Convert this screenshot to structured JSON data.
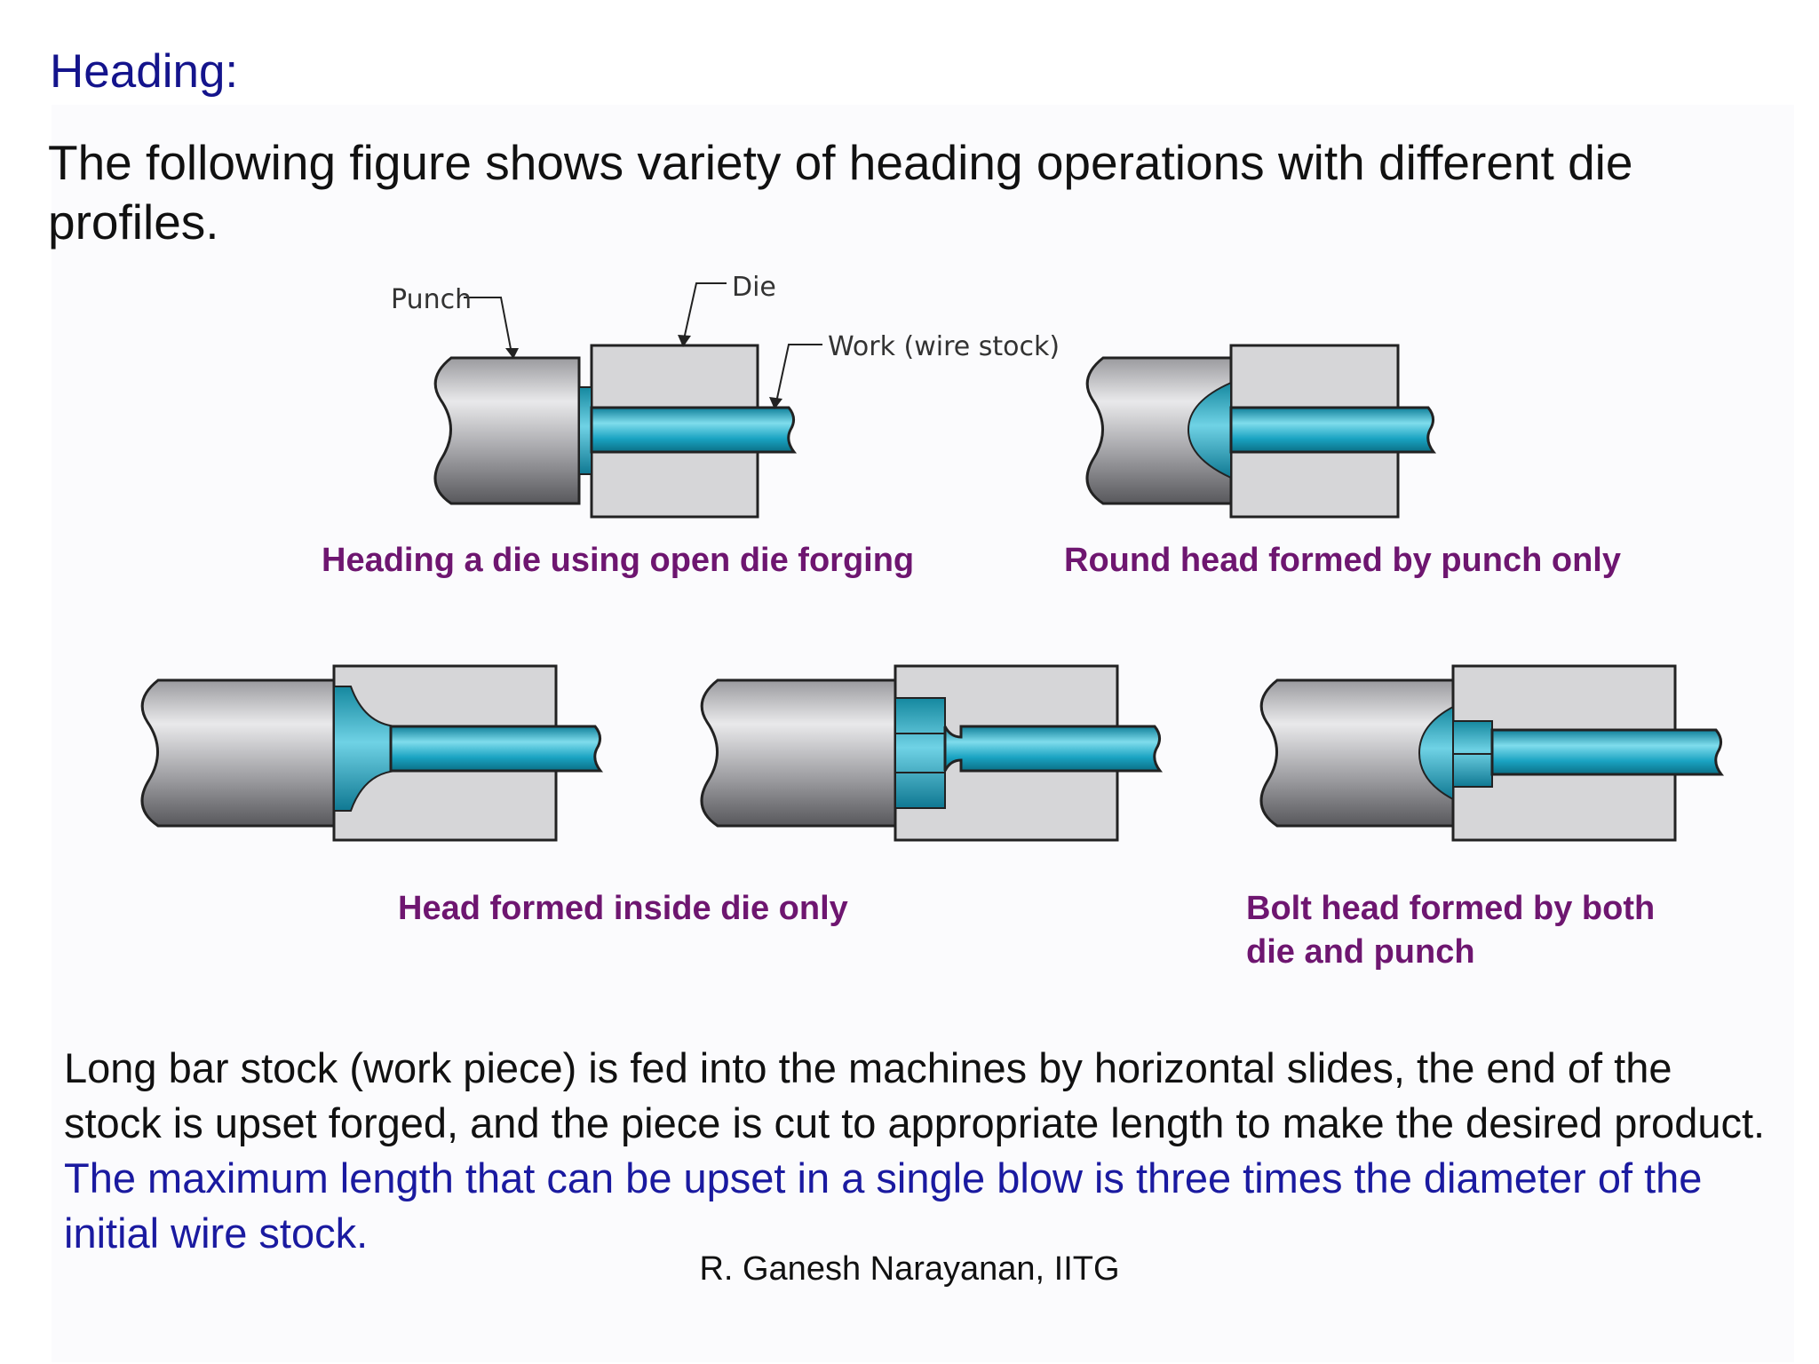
{
  "slide": {
    "heading": "Heading:",
    "intro": "The following figure shows variety of heading operations with different die profiles.",
    "paragraph_plain": "Long bar stock (work piece) is fed into the machines by horizontal slides, the end of the stock is upset forged, and the piece is cut to appropriate length to make the desired product.",
    "paragraph_highlight": "The maximum length that can be upset in a single blow is three times the diameter of the initial wire stock.",
    "footer": "R. Ganesh Narayanan, IITG"
  },
  "figure": {
    "labels": {
      "punch": "Punch",
      "die": "Die",
      "work": "Work (wire stock)"
    },
    "captions": [
      "Heading a die using open die forging",
      "Round head formed by punch only",
      "Head formed inside die only",
      "Bolt head formed by both die and punch"
    ]
  },
  "colors": {
    "heading": "#14148c",
    "caption": "#6e1670",
    "highlight": "#1a1aa0",
    "work": "#1aa3c2",
    "die": "#d6d6d8"
  }
}
